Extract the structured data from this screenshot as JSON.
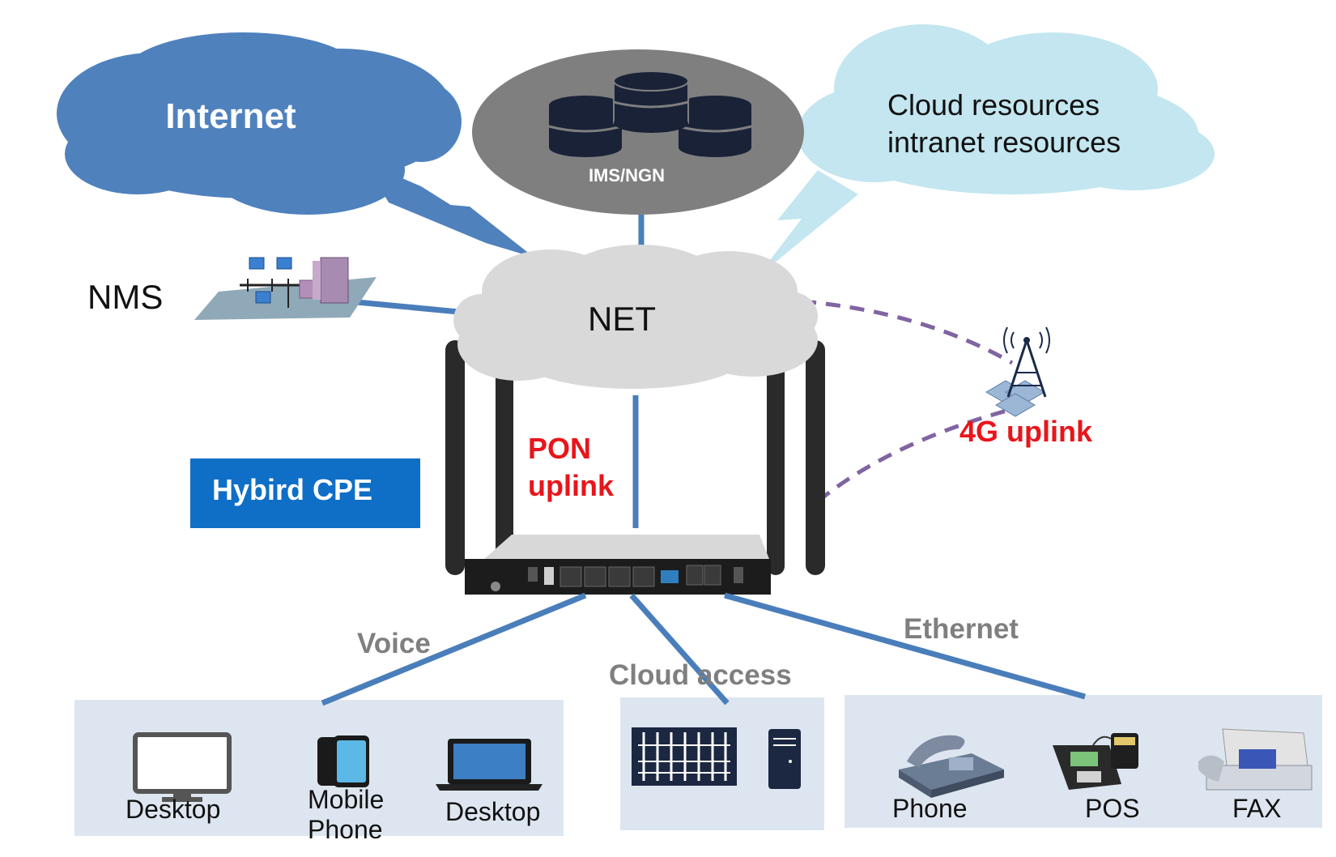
{
  "diagram": {
    "clouds": {
      "internet": "Internet",
      "ims": "IMS/NGN",
      "cloud_line1": "Cloud resources",
      "cloud_line2": "intranet resources",
      "net": "NET"
    },
    "nms_label": "NMS",
    "cpe_badge": "Hybird CPE",
    "pon_line1": "PON",
    "pon_line2": "uplink",
    "lte_label": "4G uplink",
    "links": {
      "voice": "Voice",
      "cloud_access": "Cloud access",
      "ethernet": "Ethernet"
    },
    "devices": {
      "desktop_1": "Desktop",
      "mobile_line1": "Mobile",
      "mobile_line2": "Phone",
      "desktop_2": "Desktop",
      "phone": "Phone",
      "pos": "POS",
      "fax": "FAX"
    },
    "colors": {
      "internet_cloud": "#4f81bd",
      "light_cloud": "#c3e6f0",
      "net_cloud": "#d9d9d9",
      "ims_ellipse": "#7f7f7f",
      "link_line": "#4a7ebb",
      "lte_dash": "#8064a2",
      "badge": "#0f6fc6",
      "accent_red": "#e8151b",
      "device_panel": "#dde6f0"
    }
  }
}
